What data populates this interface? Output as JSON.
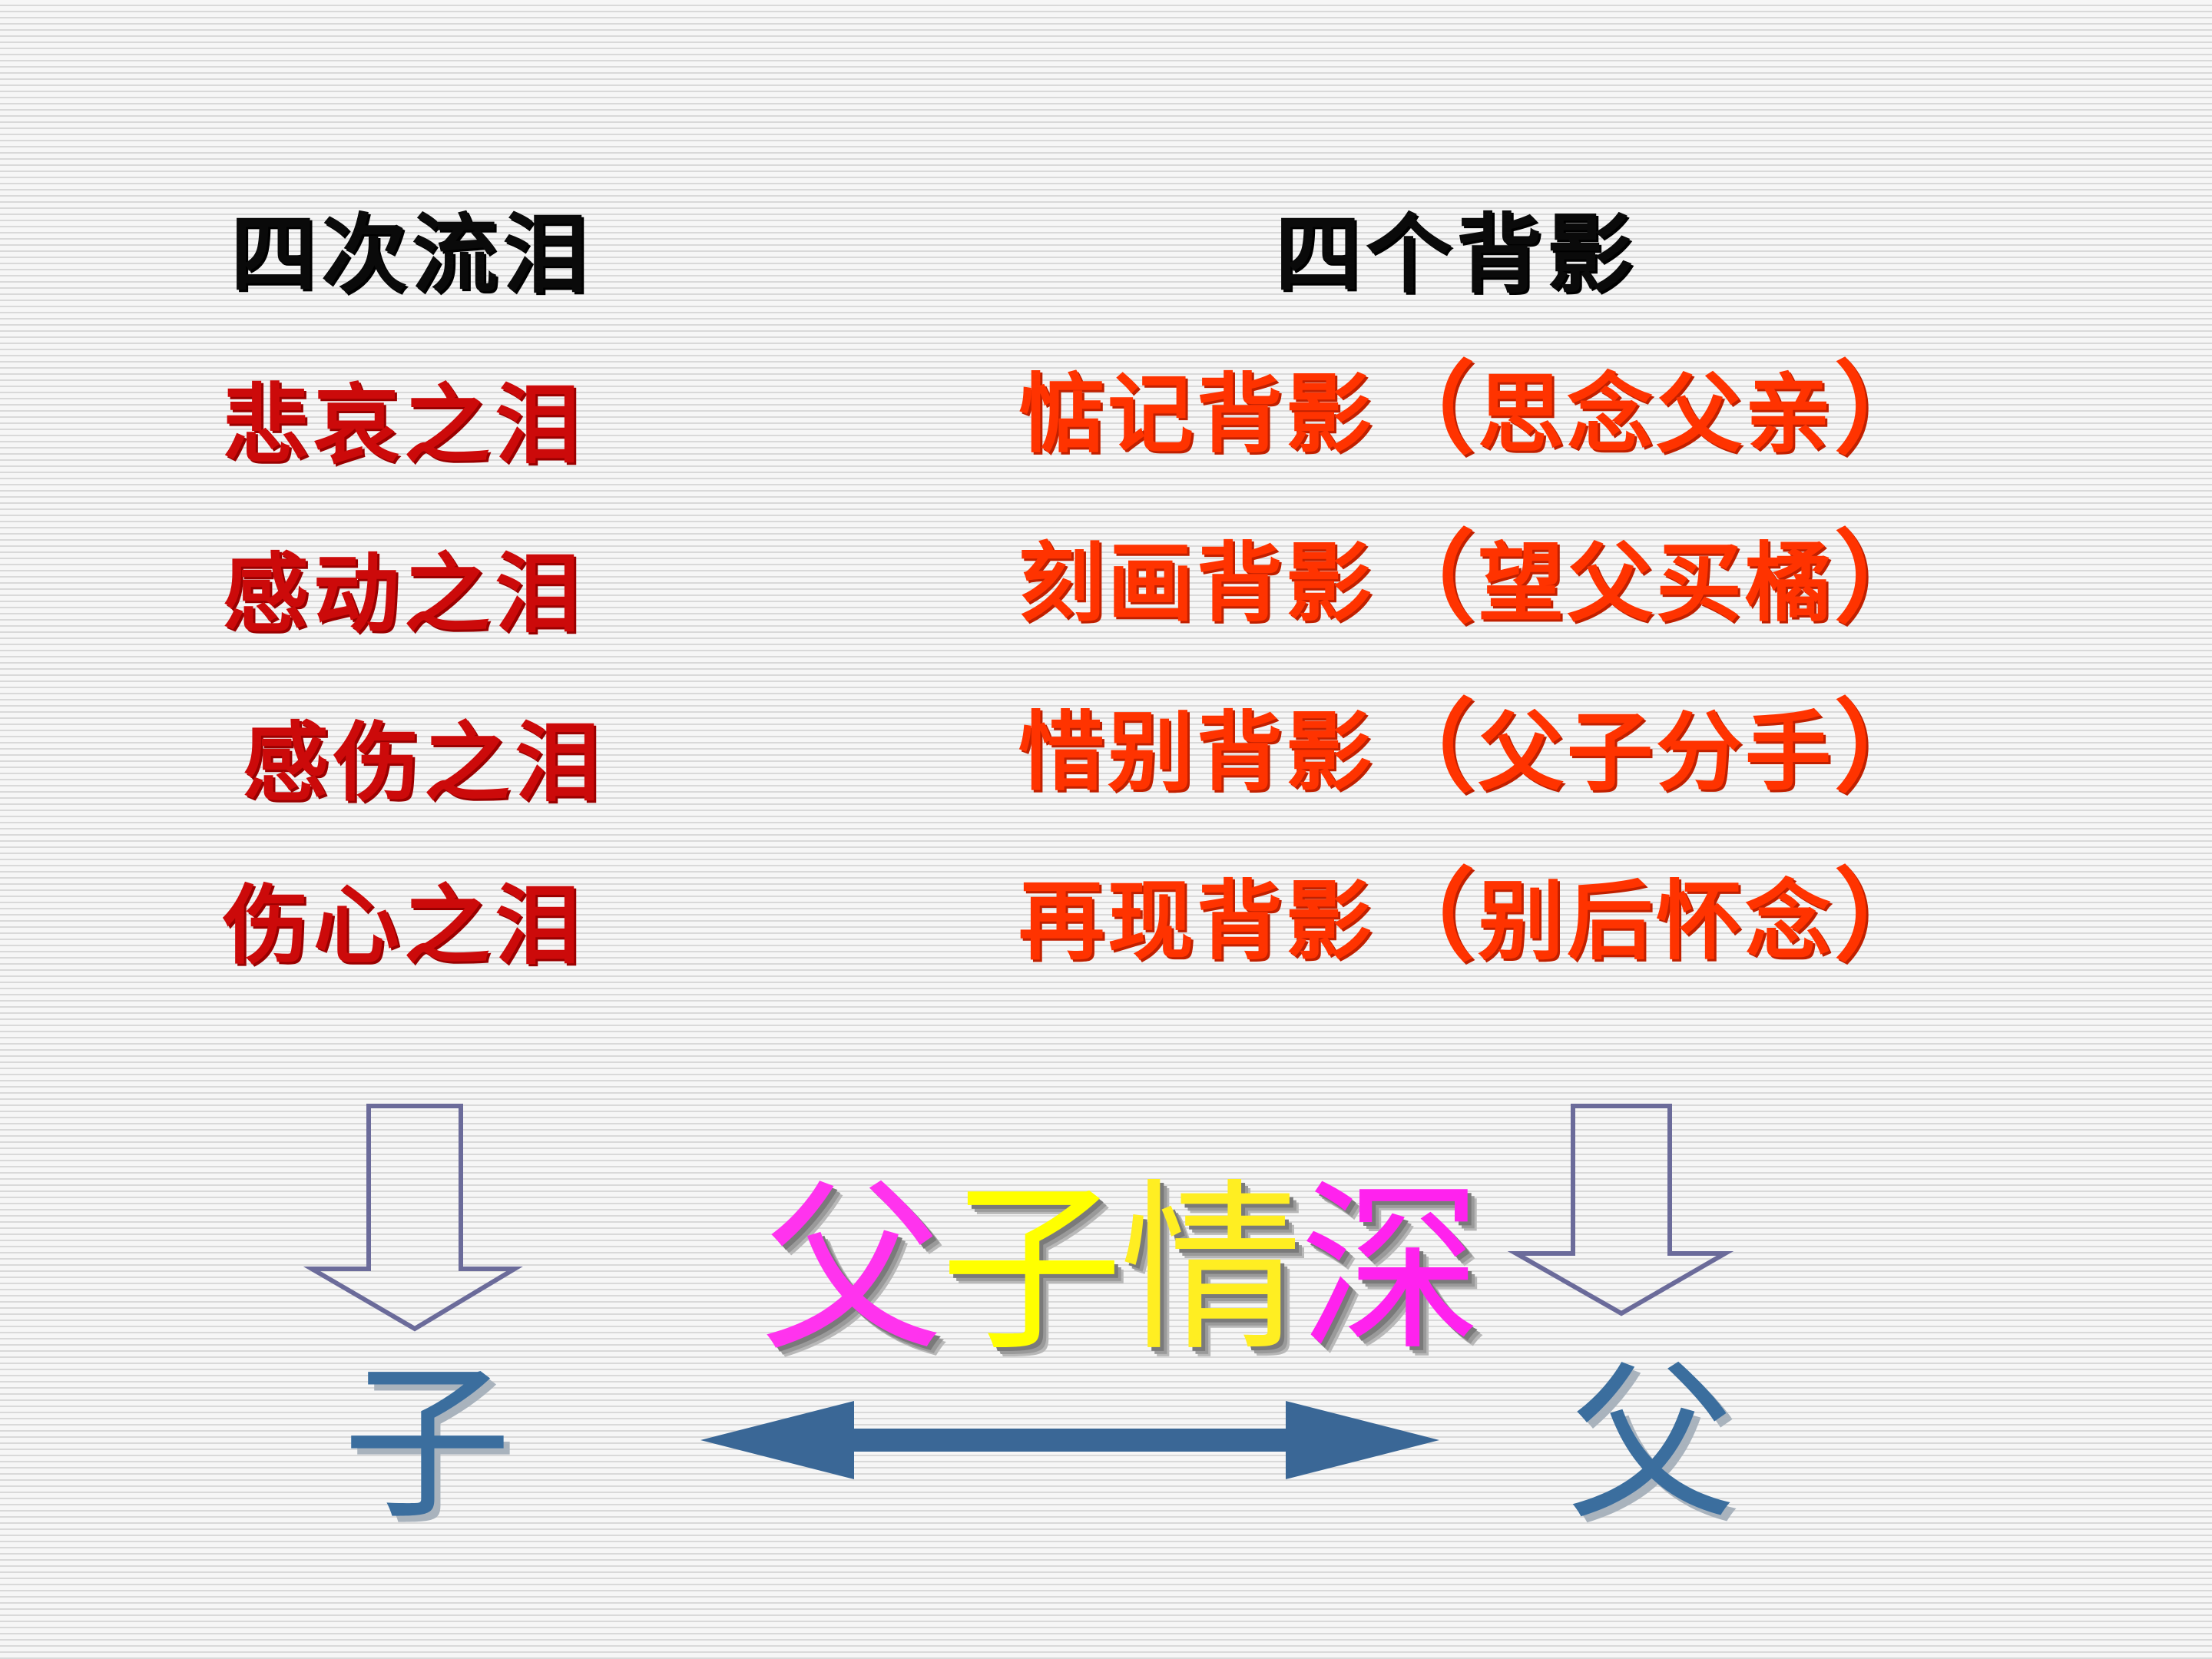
{
  "headings": {
    "tears": "四次流泪",
    "shadows": "四个背影"
  },
  "tears": [
    "悲哀之泪",
    "感动之泪",
    "感伤之泪",
    "伤心之泪"
  ],
  "shadows": [
    {
      "label": "惦记背影",
      "detail": "思念父亲"
    },
    {
      "label": "刻画背影",
      "detail": "望父买橘"
    },
    {
      "label": "惜别背影",
      "detail": "父子分手"
    },
    {
      "label": "再现背影",
      "detail": "别后怀念"
    }
  ],
  "paren": {
    "open": "（",
    "close": "）"
  },
  "theme": {
    "chars": [
      "父",
      "子",
      "情",
      "深"
    ],
    "colors": [
      "#ff33ee",
      "#ffff00",
      "#ffee22",
      "#ff22ee"
    ]
  },
  "son": "子",
  "father": "父",
  "colors": {
    "tears": "#cc0a0a",
    "shadows": "#ff3300",
    "outline_arrows": "#6b6b9a",
    "double_arrow": "#3a6796",
    "person_text": "#3b6e9e"
  },
  "icons": {
    "down_arrows": "outline-down-arrow",
    "link": "double-headed-arrow"
  }
}
